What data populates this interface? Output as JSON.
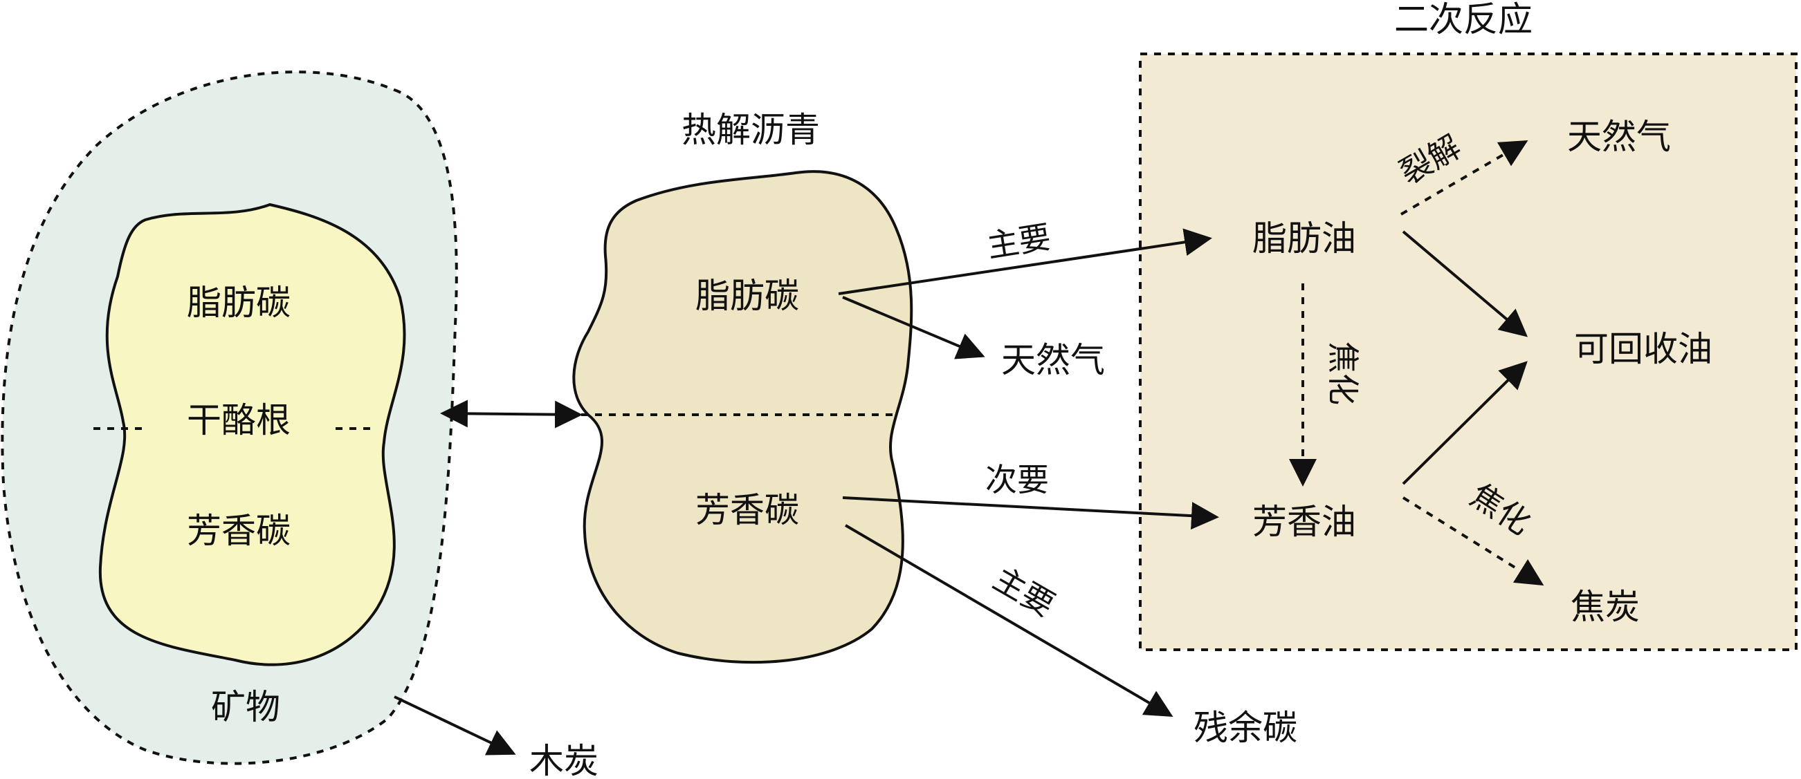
{
  "colors": {
    "mineral_fill": "#e3efe8",
    "kerogen_fill": "#f8f6c2",
    "bitumen_fill": "#ede5c4",
    "secondary_box_fill": "#f3ead3",
    "line": "#111111"
  },
  "mineral": {
    "label": "矿物"
  },
  "kerogen": {
    "label": "干酪根",
    "aliphatic": "脂肪碳",
    "aromatic": "芳香碳"
  },
  "bitumen": {
    "title": "热解沥青",
    "aliphatic": "脂肪碳",
    "aromatic": "芳香碳"
  },
  "secondary": {
    "title": "二次反应",
    "aliphatic_oil": "脂肪油",
    "aromatic_oil": "芳香油",
    "gas": "天然气",
    "recoverable_oil": "可回收油",
    "coke": "焦炭"
  },
  "products": {
    "gas": "天然气",
    "residual_carbon": "残余碳",
    "charcoal": "木炭"
  },
  "edges": {
    "major_to_aliphatic_oil": "主要",
    "minor_to_aromatic_oil": "次要",
    "major_to_residual": "主要",
    "cracking": "裂解",
    "coking_vertical": "焦化",
    "coking_to_coke": "焦化"
  }
}
